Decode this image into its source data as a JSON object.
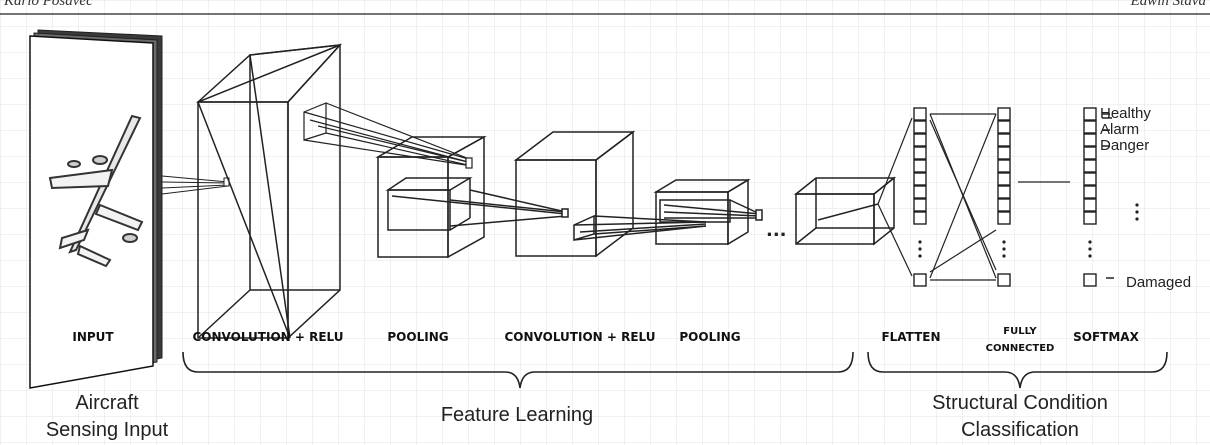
{
  "header": {
    "left": "Karlo Posavec",
    "right": "Edwin Stava"
  },
  "layers": [
    {
      "id": "input",
      "label": "INPUT"
    },
    {
      "id": "conv1",
      "label": "CONVOLUTION + RELU"
    },
    {
      "id": "pool1",
      "label": "POOLING"
    },
    {
      "id": "conv2",
      "label": "CONVOLUTION + RELU"
    },
    {
      "id": "pool2",
      "label": "POOLING"
    },
    {
      "id": "flatten",
      "label": "FLATTEN"
    },
    {
      "id": "fc",
      "label": "FULLY CONNECTED",
      "lines": [
        "FULLY",
        "CONNECTED"
      ]
    },
    {
      "id": "softmax",
      "label": "SOFTMAX"
    }
  ],
  "sections": {
    "sensing_input": [
      "Aircraft",
      "Sensing Input"
    ],
    "feature_learning": "Feature Learning",
    "classification": [
      "Structural Condition",
      "Classification"
    ]
  },
  "classes": [
    "Healthy",
    "Alarm",
    "Danger",
    "Damaged"
  ],
  "ellipsis": "..."
}
